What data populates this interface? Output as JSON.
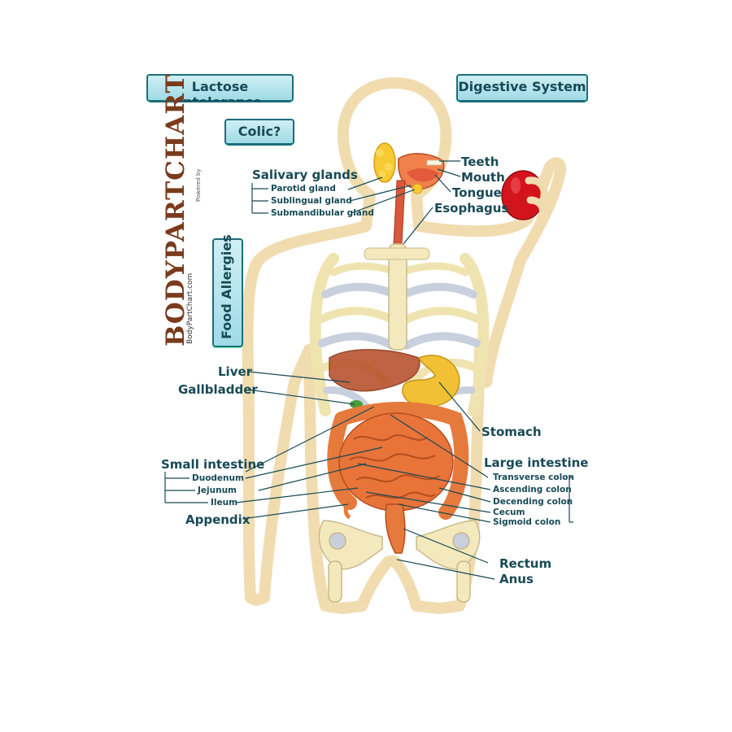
{
  "titles": {
    "lactose": "Lactose Intolerance",
    "digestive": "Digestive System",
    "colic": "Colic?",
    "food_allergies": "Food Allergies"
  },
  "brand": {
    "logo": "BODYPARTCHART",
    "url": "BodyPartChart.com",
    "powered_by": "Powered by"
  },
  "labels": {
    "salivary_glands": "Salivary glands",
    "parotid": "Parotid gland",
    "sublingual": "Sublingual gland",
    "submandibular": "Submandibular gland",
    "teeth": "Teeth",
    "mouth": "Mouth",
    "tongue": "Tongue",
    "esophagus": "Esophagus",
    "liver": "Liver",
    "gallbladder": "Gallbladder",
    "stomach": "Stomach",
    "small_intestine": "Small intestine",
    "duodenum": "Duodenum",
    "jejunum": "Jejunum",
    "ileum": "Ileum",
    "appendix": "Appendix",
    "large_intestine": "Large intestine",
    "transverse": "Transverse colon",
    "ascending": "Ascending colon",
    "decending": "Decending colon",
    "cecum": "Cecum",
    "sigmoid": "Sigmoid colon",
    "rectum": "Rectum",
    "anus": "Anus"
  },
  "colors": {
    "label_text": "#174a55",
    "tag_border": "#1c6e7a",
    "body_outline": "#f1dcb0",
    "intestine": "#e8743a",
    "liver": "#b8532f",
    "bone": "#efe3b0",
    "apple": "#d4141c"
  }
}
